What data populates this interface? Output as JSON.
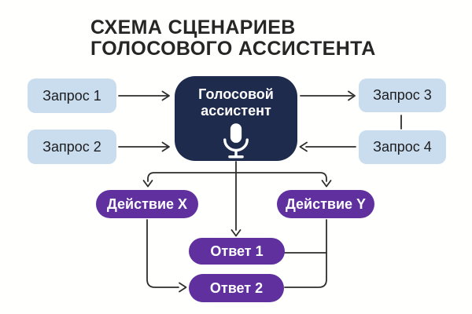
{
  "diagram": {
    "title_line1": "СХЕМА СЦЕНАРИЕВ",
    "title_line2": "ГОЛОСОВОГО АССИСТЕНТА",
    "center_node": {
      "line1": "Голосовой",
      "line2": "ассистент",
      "icon": "microphone-icon"
    },
    "requests": [
      {
        "label": "Запрос 1"
      },
      {
        "label": "Запрос 2"
      },
      {
        "label": "Запрос 3"
      },
      {
        "label": "Запрос 4"
      }
    ],
    "actions": [
      {
        "label": "Действие X"
      },
      {
        "label": "Действие Y"
      }
    ],
    "answers": [
      {
        "label": "Ответ 1"
      },
      {
        "label": "Ответ 2"
      }
    ]
  },
  "colors": {
    "background": "#fffffe",
    "title_text": "#262626",
    "request_fill": "#c9ddef",
    "request_text": "#1d1d20",
    "center_fill": "#1e2b4d",
    "center_text": "#ffffff",
    "accent_purple": "#5f309e",
    "pill_text": "#ffffff",
    "connector": "#2d2d2d"
  }
}
